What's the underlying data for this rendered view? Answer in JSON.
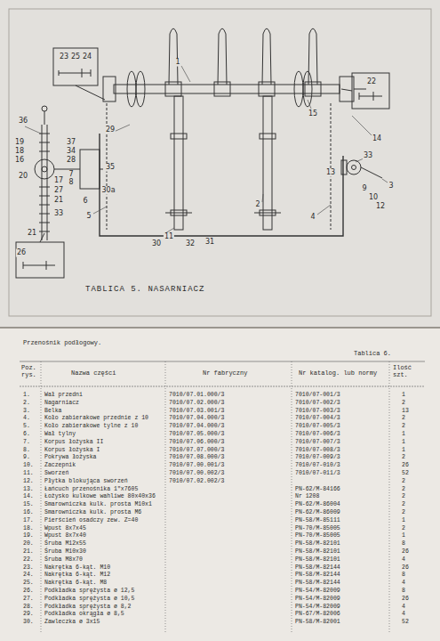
{
  "diagram": {
    "caption": "TABLICA 5. NASARNIACZ",
    "labels": [
      "1",
      "2",
      "3",
      "4",
      "5",
      "6",
      "7",
      "8",
      "9",
      "10",
      "11",
      "12",
      "13",
      "14",
      "15",
      "16",
      "17",
      "18",
      "19",
      "20",
      "21",
      "21",
      "22",
      "23",
      "24",
      "25",
      "26",
      "27",
      "28",
      "29",
      "30",
      "30a",
      "31",
      "32",
      "33",
      "33",
      "34",
      "35",
      "36",
      "37",
      "Przenośnik podłogowy.",
      "Tablica 6.",
      "Poz. rys.",
      "Nazwa części",
      "Nr fabryczny",
      "Nr katalog. lub normy",
      "Ilość szt.",
      "1.",
      "Wał przedni",
      "7010/07.01.000/3",
      "7010/07-001/3",
      "1",
      "2.",
      "Nagarniacz",
      "7010/07.02.000/3",
      "7010/07-002/3",
      "2",
      "3.",
      "Belka",
      "7010/07.03.001/3",
      "7010/07-003/3",
      "13",
      "4.",
      "Koło zabierakowe przednie z 10",
      "7010/07.04.000/3",
      "7010/07-004/3",
      "2",
      "5.",
      "Koło zabierakowe tylne z 10",
      "7010/07.04.000/3",
      "7010/07-005/3",
      "2",
      "6.",
      "Wał tylny",
      "7010/07.05.000/3",
      "7010/07-006/3",
      "1",
      "7.",
      "Korpus łożyska II",
      "7010/07.06.000/3",
      "7010/07-007/3",
      "1",
      "8.",
      "Korpus łożyska I",
      "7010/07.07.000/3",
      "7010/07-008/3",
      "1",
      "9.",
      "Pokrywa łożyska",
      "7010/07.08.000/3",
      "7010/07-009/3",
      "2",
      "10.",
      "Zaczepnik",
      "7010/07.00.001/3",
      "7010/07-010/3",
      "26",
      "11.",
      "Sworzeń",
      "7010/07.00.002/3",
      "7010/07-011/3",
      "52",
      "12.",
      "Płytka blokująca sworzeń",
      "7010/07.02.002/3",
      "2",
      "13.",
      "Łańcuch przenośnika 1\"x7605",
      "PN-62/M-84166",
      "2",
      "14.",
      "Łożysko kulkowe wahliwe 80x40x36",
      "Nr 1208",
      "2",
      "15.",
      "Smarowniczka kulk. prosta M10x1",
      "PN-62/M-86004",
      "2",
      "16.",
      "Smarowniczka kulk. prosta M6",
      "PN-62/M-86009",
      "2",
      "17.",
      "Pierścień osadczy zew. Z=40",
      "PN-58/M-85111",
      "1",
      "18.",
      "Wpust 8x7x45",
      "PN-70/M-85005",
      "2",
      "19.",
      "Wpust 8x7x40",
      "PN-70/M-85005",
      "1",
      "20.",
      "Śruba M12x55",
      "PN-58/M-82101",
      "8",
      "21.",
      "Śruba M10x30",
      "PN-58/M-82101",
      "26",
      "22.",
      "Śruba M8x70",
      "PN-58/M-82101",
      "4",
      "23.",
      "Nakrętka 6-kąt. M10",
      "PN-58/M-82144",
      "26",
      "24.",
      "Nakrętka 6-kąt. M12",
      "PN-58/M-82144",
      "8",
      "25.",
      "Nakrętka 6-kąt. M8",
      "PN-58/M-82144",
      "4",
      "26.",
      "Podkładka sprężysta ø 12,5",
      "PN-54/M-82009",
      "8",
      "27.",
      "Podkładka sprężysta ø 10,5",
      "PN-54/M-82009",
      "26",
      "28.",
      "Podkładka sprężysta ø 8,2",
      "PN-54/M-82009",
      "4",
      "29.",
      "Podkładka okrągła ø 8,5",
      "PN-67/M-82006",
      "4",
      "30.",
      "Zawleczka ø 3x15",
      "PN-58/M-82001",
      "52"
    ]
  }
}
